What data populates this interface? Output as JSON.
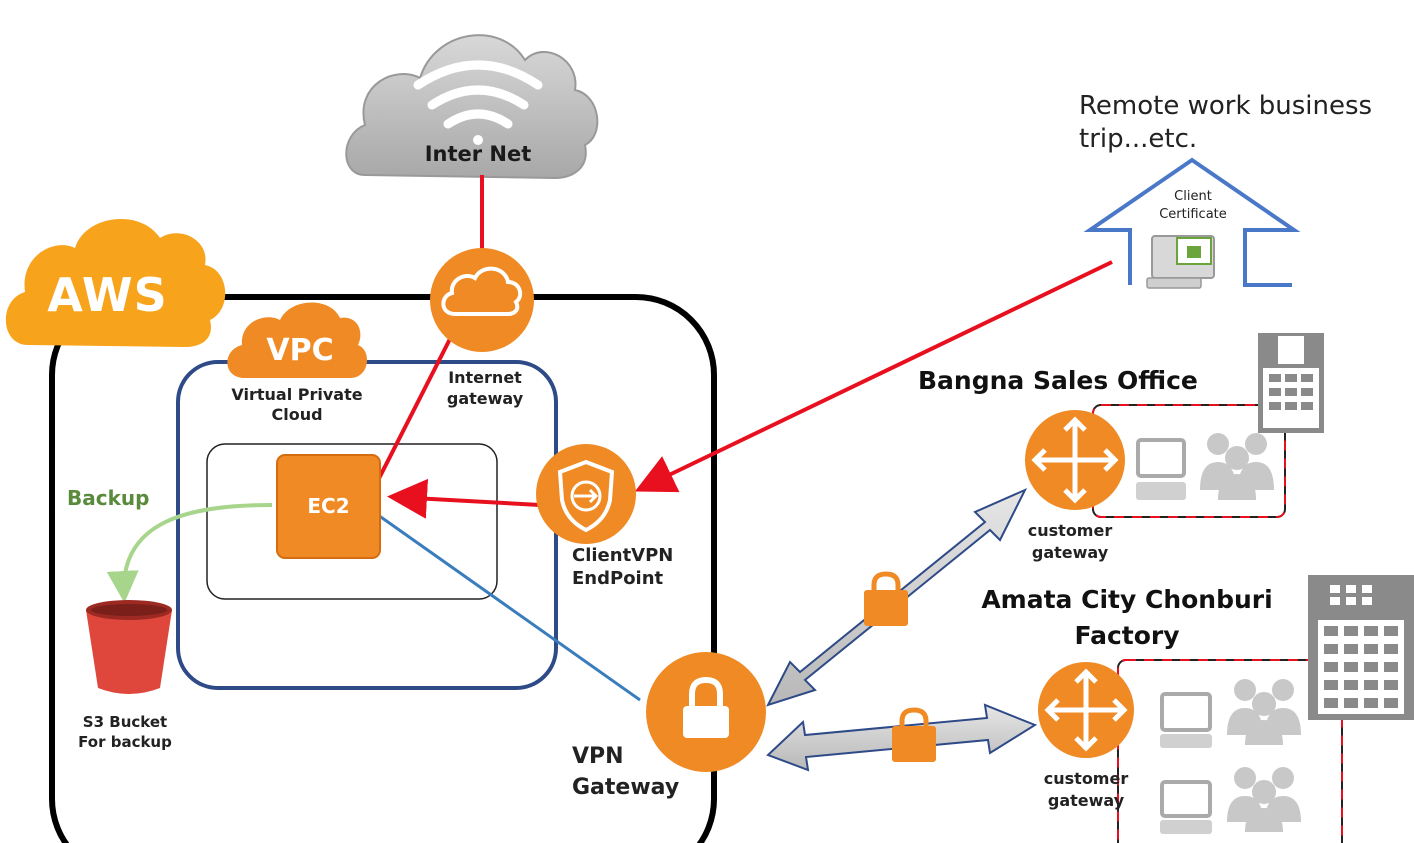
{
  "internet": {
    "label": "Inter Net"
  },
  "aws": {
    "label": "AWS"
  },
  "vpc": {
    "badge": "VPC",
    "label": "Virtual Private Cloud"
  },
  "internet_gateway": {
    "label": "Internet gateway"
  },
  "ec2": {
    "label": "EC2"
  },
  "client_vpn_endpoint": {
    "label": "ClientVPN EndPoint"
  },
  "vpn_gateway": {
    "label": "VPN Gateway"
  },
  "s3": {
    "label": "S3 Bucket For backup"
  },
  "backup": {
    "label": "Backup"
  },
  "remote": {
    "text": "Remote work business trip...etc.",
    "certificate_label": "Client Certificate"
  },
  "bangna": {
    "title": "Bangna Sales Office",
    "gateway_label": "customer gateway"
  },
  "amata": {
    "title": "Amata City Chonburi Factory",
    "gateway_label": "customer gateway"
  },
  "colors": {
    "aws_orange": "#F7A31C",
    "service_orange": "#F08A24",
    "vpc_border": "#2E4A87",
    "internet_link": "#E8101F",
    "vpn_link": "#3A7DBD",
    "backup_link": "#A8D58C",
    "backup_text": "#5A8A3C",
    "remote_house": "#4A78C8",
    "s3_red": "#E0473C",
    "office_border": "#E8101F",
    "building_gray": "#888888"
  }
}
